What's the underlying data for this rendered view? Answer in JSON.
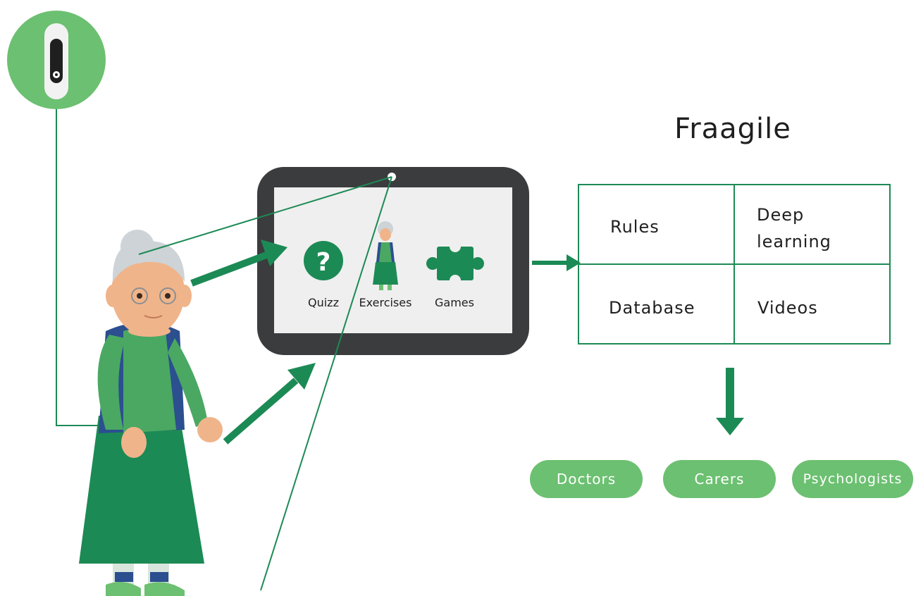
{
  "diagram": {
    "title": "Fraagile",
    "tablet": {
      "apps": [
        {
          "label": "Quizz",
          "icon": "question-mark-icon"
        },
        {
          "label": "Exercises",
          "icon": "elderly-woman-icon"
        },
        {
          "label": "Games",
          "icon": "puzzle-piece-icon"
        }
      ]
    },
    "grid": {
      "cells": [
        {
          "label": "Rules"
        },
        {
          "label": "Deep\nlearning"
        },
        {
          "label": "Database"
        },
        {
          "label": "Videos"
        }
      ]
    },
    "recipients": [
      {
        "label": "Doctors"
      },
      {
        "label": "Carers"
      },
      {
        "label": "Psychologists"
      }
    ],
    "colors": {
      "green_dark": "#1c8a55",
      "green_light": "#6cc071",
      "tablet_frame": "#3b3c3e",
      "screen": "#efefef"
    }
  }
}
